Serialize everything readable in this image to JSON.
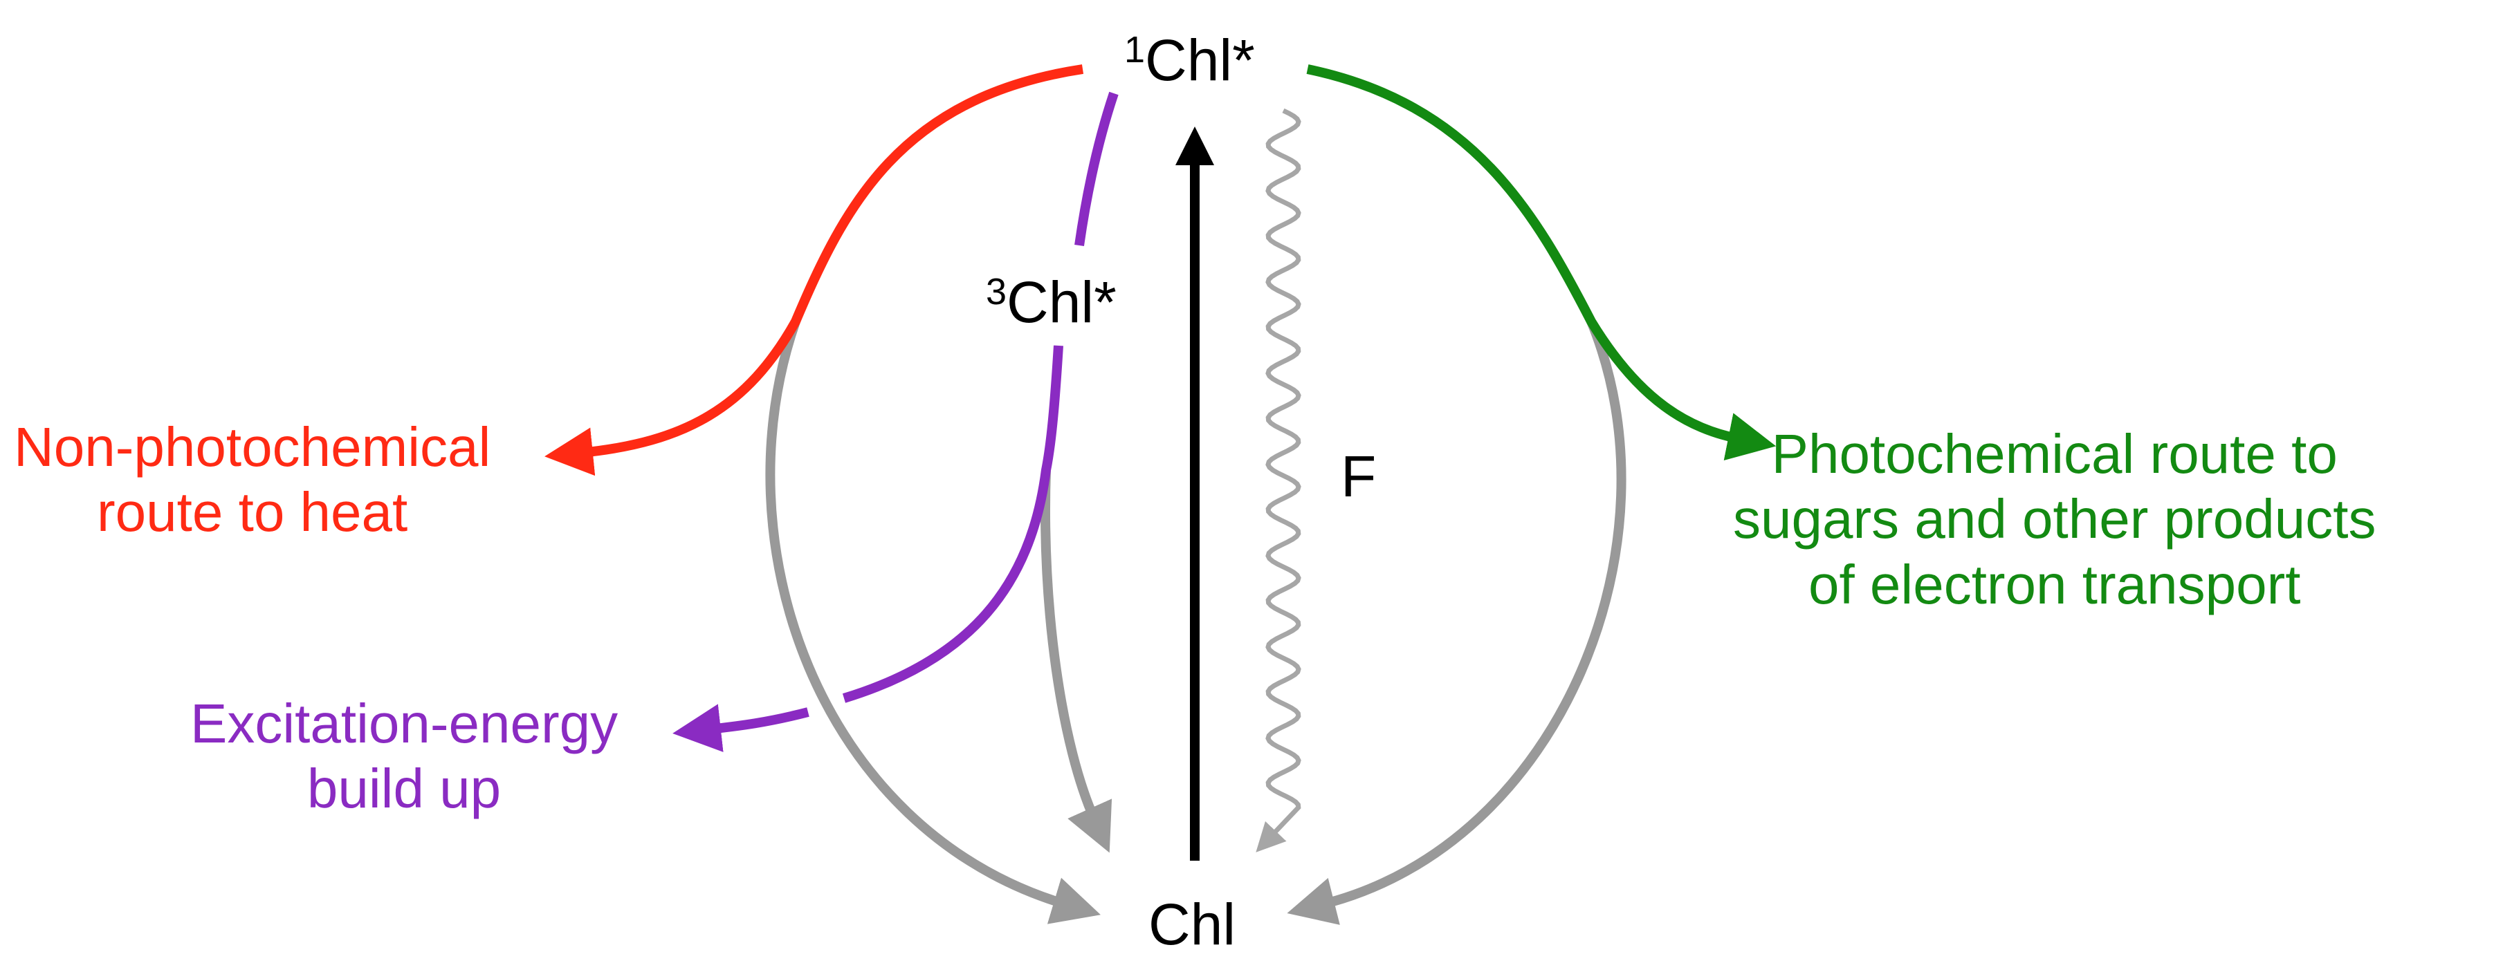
{
  "colors": {
    "non_photochemical": "#ff2a14",
    "triplet": "#8a2bc2",
    "photochemical": "#138a12",
    "decay": "#999999",
    "excitation": "#000000",
    "fluorescence": "#a6a6a6"
  },
  "states": {
    "excited_singlet": {
      "prefix": "1",
      "name": "Chl*"
    },
    "triplet": {
      "prefix": "3",
      "name": "Chl*"
    },
    "ground": {
      "name": "Chl"
    },
    "fluorescence": "F"
  },
  "outcomes": {
    "non_photochemical": [
      "Non-photochemical",
      "route to heat"
    ],
    "excitation_buildup": [
      "Excitation-energy",
      "build up"
    ],
    "photochemical": [
      "Photochemical route to",
      "sugars and other products",
      "of electron transport"
    ]
  }
}
